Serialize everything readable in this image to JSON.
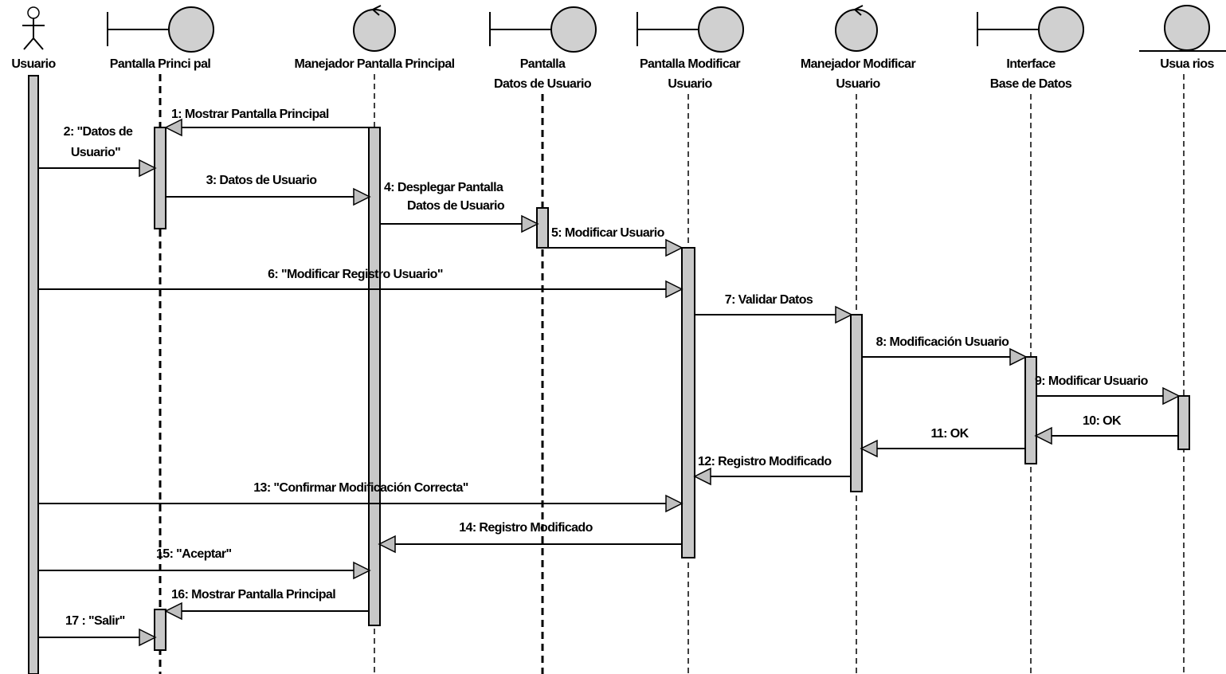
{
  "diagram": {
    "participants": [
      {
        "id": "usuario",
        "kind": "actor",
        "label_lines": [
          "Usuario"
        ]
      },
      {
        "id": "pantalla-principal",
        "kind": "boundary",
        "label_lines": [
          "Pantalla Princi pal"
        ]
      },
      {
        "id": "manejador-pantalla-principal",
        "kind": "control",
        "label_lines": [
          "Manejador Pantalla Principal"
        ]
      },
      {
        "id": "pantalla-datos-usuario",
        "kind": "boundary",
        "label_lines": [
          "Pantalla",
          "Datos de Usuario"
        ]
      },
      {
        "id": "pantalla-modificar-usuario",
        "kind": "boundary",
        "label_lines": [
          "Pantalla Modificar",
          "Usuario"
        ]
      },
      {
        "id": "manejador-modificar-usuario",
        "kind": "control",
        "label_lines": [
          "Manejador Modificar",
          "Usuario"
        ]
      },
      {
        "id": "interface-base-datos",
        "kind": "boundary",
        "label_lines": [
          "Interface",
          "Base de Datos"
        ]
      },
      {
        "id": "usuarios",
        "kind": "entity",
        "label_lines": [
          "Usua rios"
        ]
      }
    ],
    "messages": [
      {
        "id": "m1",
        "from": "manejador-pantalla-principal",
        "to": "pantalla-principal",
        "label_lines": [
          "1: Mostrar Pantalla Principal"
        ]
      },
      {
        "id": "m2",
        "from": "usuario",
        "to": "pantalla-principal",
        "label_lines": [
          "2: \"Datos de",
          "Usuario\""
        ]
      },
      {
        "id": "m3",
        "from": "pantalla-principal",
        "to": "manejador-pantalla-principal",
        "label_lines": [
          "3: Datos de  Usuario"
        ]
      },
      {
        "id": "m4",
        "from": "manejador-pantalla-principal",
        "to": "pantalla-datos-usuario",
        "label_lines": [
          "4: Desplegar Pantalla",
          "Datos de Usuario"
        ]
      },
      {
        "id": "m5",
        "from": "pantalla-datos-usuario",
        "to": "pantalla-modificar-usuario",
        "label_lines": [
          "5: Modificar Usuario"
        ]
      },
      {
        "id": "m6",
        "from": "usuario",
        "to": "pantalla-modificar-usuario",
        "label_lines": [
          "6: \"Modificar Registro Usuario\""
        ]
      },
      {
        "id": "m7",
        "from": "pantalla-modificar-usuario",
        "to": "manejador-modificar-usuario",
        "label_lines": [
          "7: Validar Datos"
        ]
      },
      {
        "id": "m8",
        "from": "manejador-modificar-usuario",
        "to": "interface-base-datos",
        "label_lines": [
          "8: Modificación Usuario"
        ]
      },
      {
        "id": "m9",
        "from": "interface-base-datos",
        "to": "usuarios",
        "label_lines": [
          "9: Modificar Usuario"
        ]
      },
      {
        "id": "m10",
        "from": "usuarios",
        "to": "interface-base-datos",
        "label_lines": [
          "10: OK"
        ]
      },
      {
        "id": "m11",
        "from": "interface-base-datos",
        "to": "manejador-modificar-usuario",
        "label_lines": [
          "11: OK"
        ]
      },
      {
        "id": "m12",
        "from": "manejador-modificar-usuario",
        "to": "pantalla-modificar-usuario",
        "label_lines": [
          "12: Registro Modificado"
        ]
      },
      {
        "id": "m13",
        "from": "usuario",
        "to": "pantalla-modificar-usuario",
        "label_lines": [
          "13: \"Confirmar Modificación Correcta\""
        ]
      },
      {
        "id": "m14",
        "from": "pantalla-modificar-usuario",
        "to": "manejador-pantalla-principal",
        "label_lines": [
          "14: Registro Modificado"
        ]
      },
      {
        "id": "m15",
        "from": "usuario",
        "to": "manejador-pantalla-principal",
        "label_lines": [
          "15: \"Aceptar\""
        ]
      },
      {
        "id": "m16",
        "from": "manejador-pantalla-principal",
        "to": "pantalla-principal",
        "label_lines": [
          "16: Mostrar Pantalla Principal"
        ]
      },
      {
        "id": "m17",
        "from": "usuario",
        "to": "pantalla-principal",
        "label_lines": [
          "17 : \"Salir\""
        ]
      }
    ]
  }
}
